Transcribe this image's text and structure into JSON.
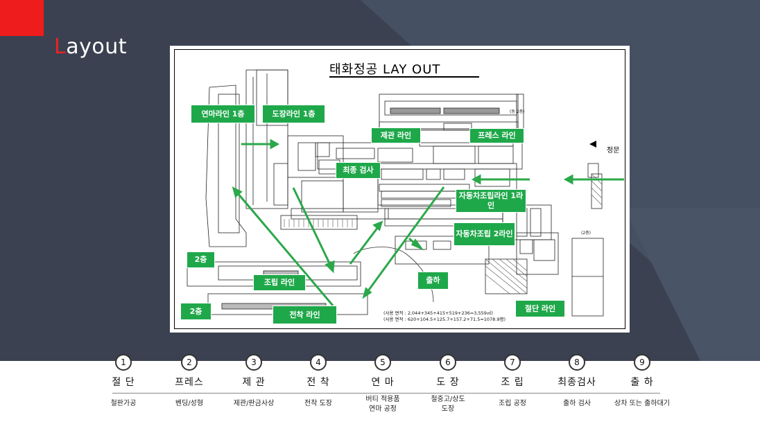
{
  "slide": {
    "title_first": "L",
    "title_rest": "ayout",
    "colors": {
      "background": "#3b4150",
      "accent": "#ee1c1c",
      "label_green": "#1fa84a",
      "arrow_green": "#2aa84a"
    }
  },
  "plan": {
    "title": "태화정공 LAY OUT",
    "gate": "정문",
    "floor2_top": "(동 2층)",
    "floor2_right": "(2층)",
    "area_line1": "(사용 면적 : 2,044+345+415+519+236=3,559㎡)",
    "area_line2": "(사용 면적 : 620+104.5+125.7+157.2+71.5=1078.9평)",
    "labels": {
      "yeonma_1f": "연마라인 1층",
      "dojang_1f": "도장라인 1층",
      "jegwan": "제관 라인",
      "press": "프레스 라인",
      "final_inspection": "최종 검사",
      "auto_assembly_1": "자동차조립라인 1라인",
      "auto_assembly_2": "자동차조립 2라인",
      "floor2_a": "2층",
      "assembly": "조립 라인",
      "shipping": "출하",
      "floor2_b": "2층",
      "electrodeposition": "전착 라인",
      "cutting": "절단 라인"
    }
  },
  "process_steps": [
    {
      "num": "1",
      "name": "절 단",
      "desc": "철판가공"
    },
    {
      "num": "2",
      "name": "프레스",
      "desc": "벤딩/성형"
    },
    {
      "num": "3",
      "name": "제 관",
      "desc": "제관/판금사상"
    },
    {
      "num": "4",
      "name": "전 착",
      "desc": "전착 도장"
    },
    {
      "num": "5",
      "name": "연 마",
      "desc": "버티 적용품\n연마 공정"
    },
    {
      "num": "6",
      "name": "도 장",
      "desc": "철중고/상도\n도장"
    },
    {
      "num": "7",
      "name": "조 립",
      "desc": "조립 공정"
    },
    {
      "num": "8",
      "name": "최종검사",
      "desc": "출하 검사"
    },
    {
      "num": "9",
      "name": "출 하",
      "desc": "상차 또는 출하대기"
    }
  ]
}
